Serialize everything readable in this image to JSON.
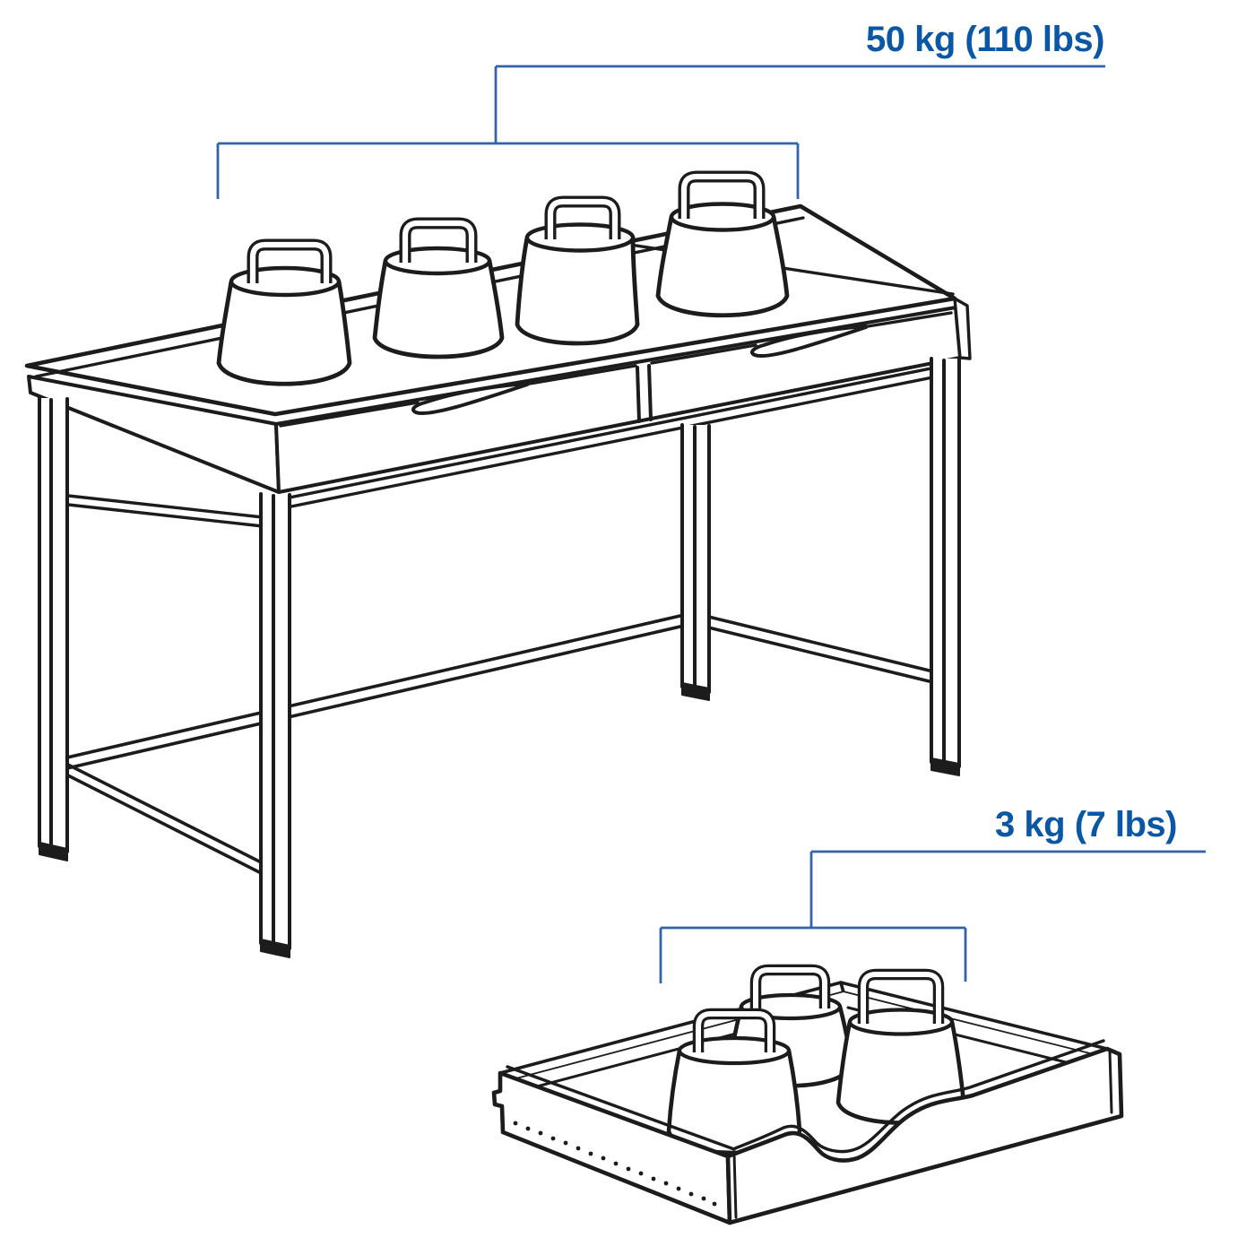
{
  "page": {
    "kind": "product load capacity diagram",
    "background": "#ffffff"
  },
  "annotations": {
    "desk_capacity": {
      "label": "50 kg (110 lbs)",
      "applies_to": "desk top loaded with four weights"
    },
    "drawer_capacity": {
      "label": "3 kg (7 lbs)",
      "applies_to": "pull-out drawer loaded with three weights"
    }
  },
  "illustration": {
    "desk_weight_count": 4,
    "drawer_weight_count": 3,
    "desk_drawer_fronts": 2
  },
  "colors": {
    "annotation_text_blue": "#0a57a6",
    "bracket_line_blue": "#3563a8",
    "artwork_line_black": "#1c1c1c",
    "background": "#ffffff"
  }
}
